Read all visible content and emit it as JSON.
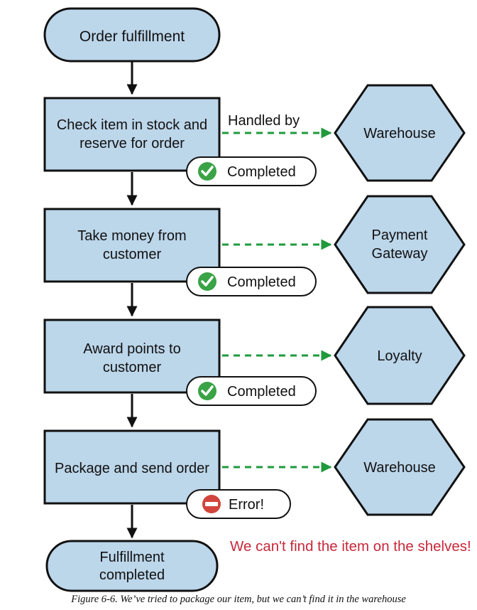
{
  "start": {
    "label": "Order fulfillment"
  },
  "steps": [
    {
      "lines": [
        "Check item in stock and",
        "reserve for order"
      ],
      "status": "Completed",
      "service": [
        "Warehouse"
      ]
    },
    {
      "lines": [
        "Take money from",
        "customer"
      ],
      "status": "Completed",
      "service": [
        "Payment",
        "Gateway"
      ]
    },
    {
      "lines": [
        "Award points to",
        "customer"
      ],
      "status": "Completed",
      "service": [
        "Loyalty"
      ]
    },
    {
      "lines": [
        "Package and send order"
      ],
      "status": "Error!",
      "service": [
        "Warehouse"
      ]
    }
  ],
  "handled_by_label": "Handled by",
  "end": {
    "lines": [
      "Fulfillment",
      "completed"
    ]
  },
  "error_message": "We can't find the item on the shelves!",
  "caption": "Figure 6-6. We’ve tried to package our item, but we can’t find it in the warehouse",
  "colors": {
    "box_fill": "#bcd6ea",
    "stroke": "#111111",
    "dashed_arrow": "#1f9a3c",
    "completed_icon": "#3aa346",
    "error_icon": "#d2453c",
    "error_text": "#c8283a"
  },
  "icons": {
    "completed": "check-circle-icon",
    "error": "minus-circle-icon"
  }
}
